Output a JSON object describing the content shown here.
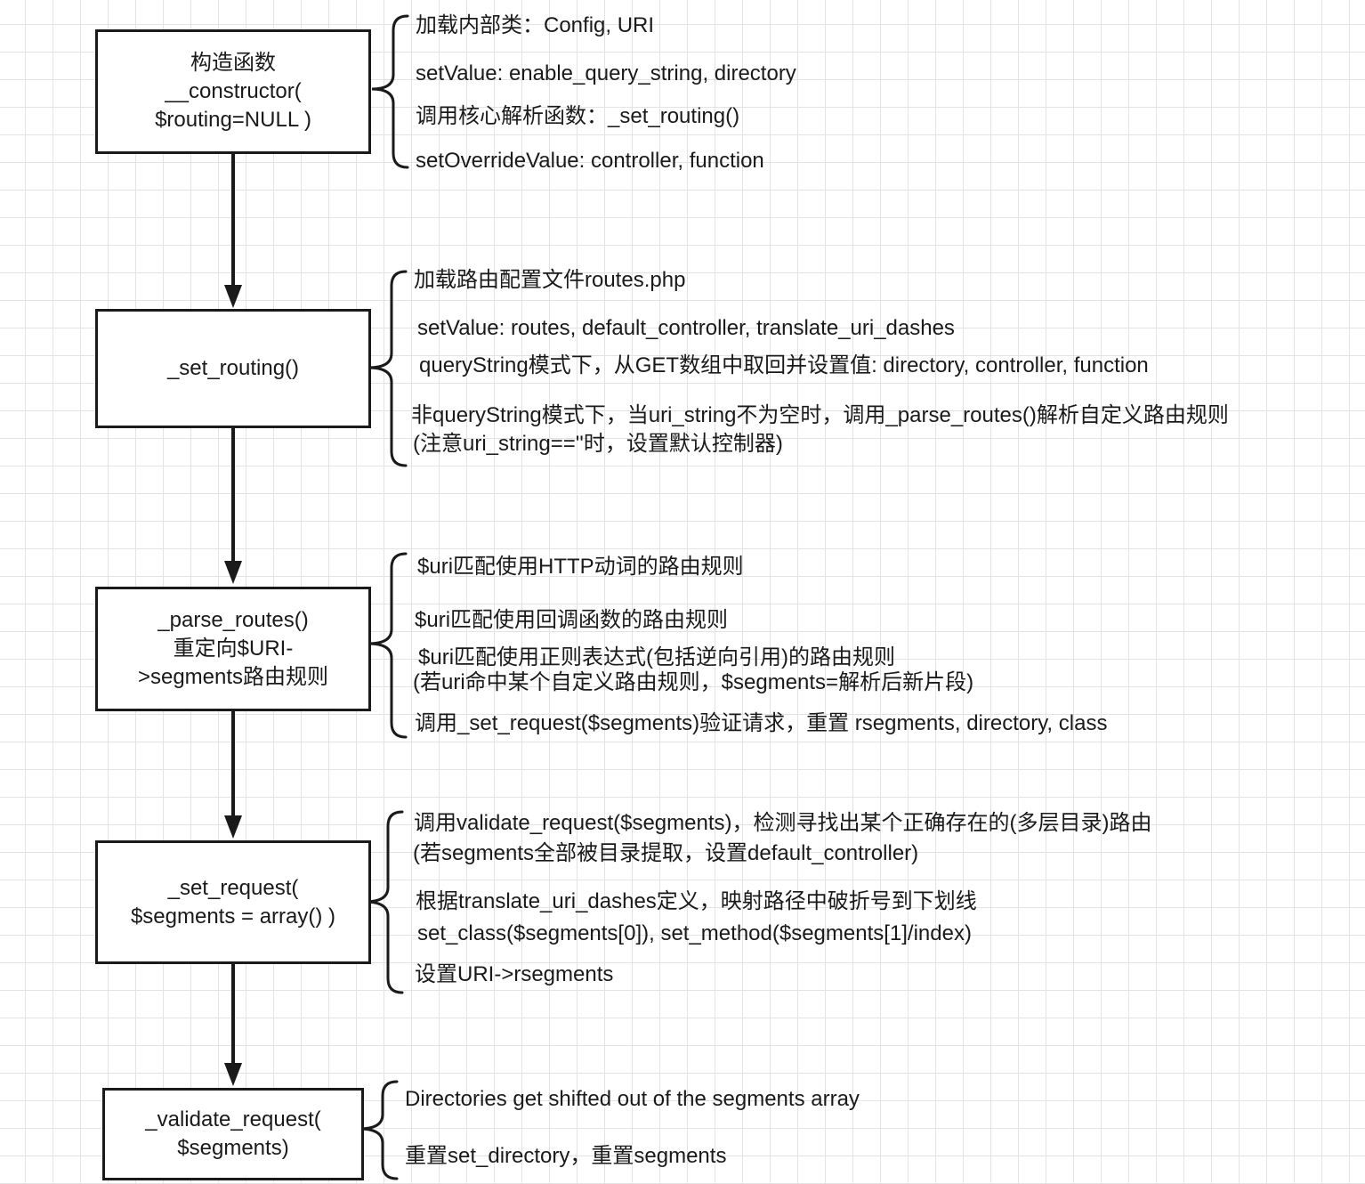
{
  "nodes": [
    {
      "id": "constructor",
      "lines": [
        "构造函数",
        "__constructor(",
        "$routing=NULL )"
      ]
    },
    {
      "id": "set-routing",
      "lines": [
        "_set_routing()"
      ]
    },
    {
      "id": "parse-routes",
      "lines": [
        "_parse_routes()",
        "重定向$URI-",
        ">segments路由规则"
      ]
    },
    {
      "id": "set-request",
      "lines": [
        "_set_request(",
        "$segments = array() )"
      ]
    },
    {
      "id": "validate-request",
      "lines": [
        "_validate_request(",
        "$segments)"
      ]
    }
  ],
  "notes": {
    "constructor": [
      "加载内部类：Config, URI",
      "setValue: enable_query_string, directory",
      "调用核心解析函数：_set_routing()",
      "setOverrideValue: controller, function"
    ],
    "set_routing": [
      "加载路由配置文件routes.php",
      "setValue: routes, default_controller, translate_uri_dashes",
      "queryString模式下，从GET数组中取回并设置值: directory, controller, function",
      "非queryString模式下，当uri_string不为空时，调用_parse_routes()解析自定义路由规则",
      "(注意uri_string==''时，设置默认控制器)"
    ],
    "parse_routes": [
      "$uri匹配使用HTTP动词的路由规则",
      "$uri匹配使用回调函数的路由规则",
      "$uri匹配使用正则表达式(包括逆向引用)的路由规则",
      "(若uri命中某个自定义路由规则，$segments=解析后新片段)",
      "调用_set_request($segments)验证请求，重置 rsegments, directory, class"
    ],
    "set_request": [
      "调用validate_request($segments)，检测寻找出某个正确存在的(多层目录)路由",
      "(若segments全部被目录提取，设置default_controller)",
      "根据translate_uri_dashes定义，映射路径中破折号到下划线",
      "set_class($segments[0]), set_method($segments[1]/index)",
      "设置URI->rsegments"
    ],
    "validate_request": [
      "Directories get shifted out of the segments array",
      "重置set_directory，重置segments"
    ]
  },
  "colors": {
    "stroke": "#1a1a1a",
    "grid": "#e3e3e3",
    "background": "#ffffff"
  }
}
